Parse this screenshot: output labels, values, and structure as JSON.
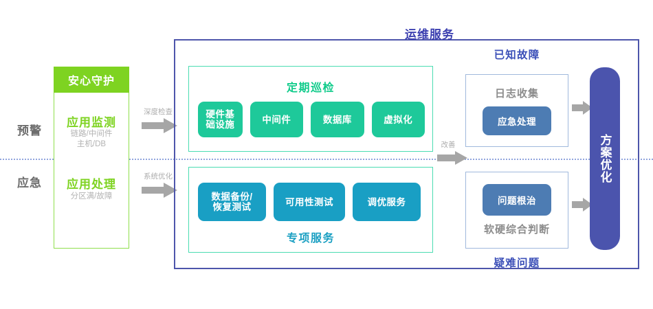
{
  "diagram": {
    "title": "运维服务",
    "divider": "dotted-row-divider"
  },
  "stages": [
    {
      "id": "yujing",
      "label": "预警"
    },
    {
      "id": "yingji",
      "label": "应急"
    }
  ],
  "left_panel": {
    "header": "安心守护",
    "items": [
      {
        "title": "应用监测",
        "subtitle": "链路/中间件\n主机/DB"
      },
      {
        "title": "应用处理",
        "subtitle": "分区满/故障"
      }
    ]
  },
  "arrows": [
    {
      "id": "arrow-deep-check",
      "caption": "深度检查"
    },
    {
      "id": "arrow-system-optimize",
      "caption": "系统优化"
    },
    {
      "id": "arrow-improve",
      "caption": "改善"
    },
    {
      "id": "arrow-known-to-bar",
      "caption": ""
    },
    {
      "id": "arrow-hard-to-bar",
      "caption": ""
    }
  ],
  "center": {
    "inspection": {
      "title": "定期巡检",
      "pills": [
        "硬件基\n础设施",
        "中间件",
        "数据库",
        "虚拟化"
      ]
    },
    "special": {
      "title": "专项服务",
      "pills": [
        "数据备份/\n恢复测试",
        "可用性测试",
        "调优服务"
      ]
    }
  },
  "right": {
    "known_fault": {
      "title": "已知故障",
      "caption": "日志收集",
      "button": "应急处理"
    },
    "hard_problem": {
      "title": "疑难问题",
      "caption": "软硬综合判断",
      "button": "问题根治"
    },
    "outcome_bar": "方案优化"
  },
  "colors": {
    "brand_green": "#7ed321",
    "teal": "#1ec99a",
    "teal_border": "#49dcb1",
    "blue": "#199fc4",
    "steel_blue": "#4d7cb3",
    "purple": "#4d55ab",
    "title_purple": "#3b3fb8",
    "grey_text": "#8c8c8c",
    "arrow_grey": "#a6a6a6"
  }
}
